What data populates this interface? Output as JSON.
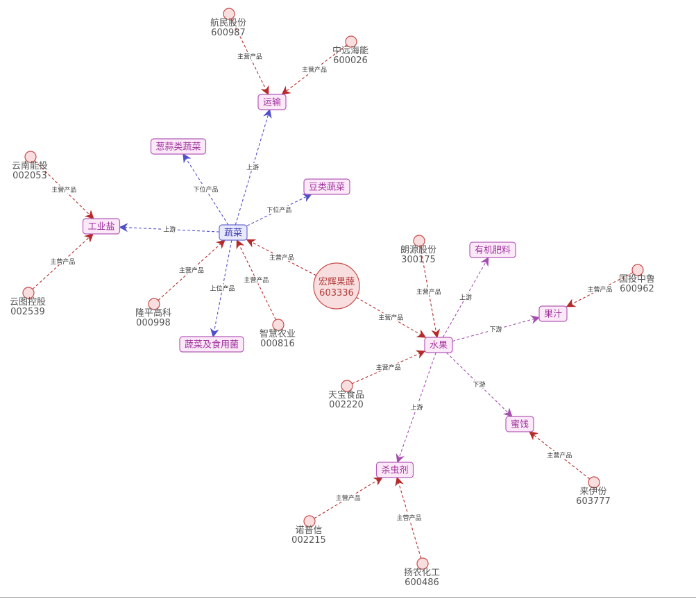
{
  "colors": {
    "red_edge": "#b52a2a",
    "blue_edge": "#4f4fc8",
    "purple_edge": "#a44fb0",
    "box_stroke": "#b55bb8",
    "box_fill": "#fbe9f8",
    "box_text": "#a0329d",
    "veg_stroke": "#6b6bd6",
    "veg_fill": "#e8e9fb",
    "veg_text": "#3b3bb0",
    "company_fill": "#f8dede",
    "company_stroke": "#c84a4a"
  },
  "center": {
    "name": "宏辉果蔬",
    "code": "603336"
  },
  "concepts": [
    {
      "id": "yunshu",
      "label": "运输"
    },
    {
      "id": "congsuan",
      "label": "葱蒜类蔬菜"
    },
    {
      "id": "doulei",
      "label": "豆类蔬菜"
    },
    {
      "id": "gongyeyan",
      "label": "工业盐"
    },
    {
      "id": "shucai",
      "label": "蔬菜"
    },
    {
      "id": "shucaishiyongjun",
      "label": "蔬菜及食用菌"
    },
    {
      "id": "youjifeiliao",
      "label": "有机肥料"
    },
    {
      "id": "guozhi",
      "label": "果汁"
    },
    {
      "id": "shuiguo",
      "label": "水果"
    },
    {
      "id": "mijian",
      "label": "蜜饯"
    },
    {
      "id": "shachongji",
      "label": "杀虫剂"
    }
  ],
  "companies": [
    {
      "id": "hangmin",
      "name": "航民股份",
      "code": "600987"
    },
    {
      "id": "zhongyuan",
      "name": "中远海能",
      "code": "600026"
    },
    {
      "id": "yunnanneng",
      "name": "云南能投",
      "code": "002053"
    },
    {
      "id": "yuntu",
      "name": "云图控股",
      "code": "002539"
    },
    {
      "id": "longping",
      "name": "隆平高科",
      "code": "000998"
    },
    {
      "id": "zhihui",
      "name": "智慧农业",
      "code": "000816"
    },
    {
      "id": "langyuan",
      "name": "朗源股份",
      "code": "300175"
    },
    {
      "id": "guotou",
      "name": "国投中鲁",
      "code": "600962"
    },
    {
      "id": "tianbao",
      "name": "天宝食品",
      "code": "002220"
    },
    {
      "id": "laiyifen",
      "name": "来伊份",
      "code": "603777"
    },
    {
      "id": "nuopuxin",
      "name": "诺普信",
      "code": "002215"
    },
    {
      "id": "yangnong",
      "name": "扬农化工",
      "code": "600486"
    }
  ],
  "edges": [
    {
      "from": "hangmin",
      "to": "yunshu",
      "label": "主营产品",
      "color": "red"
    },
    {
      "from": "zhongyuan",
      "to": "yunshu",
      "label": "主营产品",
      "color": "red"
    },
    {
      "from": "yunnanneng",
      "to": "gongyeyan",
      "label": "主营产品",
      "color": "red"
    },
    {
      "from": "yuntu",
      "to": "gongyeyan",
      "label": "主营产品",
      "color": "red"
    },
    {
      "from": "shucai",
      "to": "yunshu",
      "label": "上游",
      "color": "blue"
    },
    {
      "from": "shucai",
      "to": "congsuan",
      "label": "下位产品",
      "color": "blue"
    },
    {
      "from": "shucai",
      "to": "doulei",
      "label": "下位产品",
      "color": "blue"
    },
    {
      "from": "shucai",
      "to": "gongyeyan",
      "label": "上游",
      "color": "blue"
    },
    {
      "from": "shucai",
      "to": "shucaishiyongjun",
      "label": "上位产品",
      "color": "blue"
    },
    {
      "from": "longping",
      "to": "shucai",
      "label": "主营产品",
      "color": "red"
    },
    {
      "from": "zhihui",
      "to": "shucai",
      "label": "主营产品",
      "color": "red"
    },
    {
      "from": "center",
      "to": "shucai",
      "label": "主营产品",
      "color": "red"
    },
    {
      "from": "center",
      "to": "shuiguo",
      "label": "主营产品",
      "color": "red"
    },
    {
      "from": "langyuan",
      "to": "shuiguo",
      "label": "主营产品",
      "color": "red"
    },
    {
      "from": "shuiguo",
      "to": "youjifeiliao",
      "label": "上游",
      "color": "purple"
    },
    {
      "from": "shuiguo",
      "to": "guozhi",
      "label": "下游",
      "color": "purple"
    },
    {
      "from": "guotou",
      "to": "guozhi",
      "label": "主营产品",
      "color": "red"
    },
    {
      "from": "tianbao",
      "to": "shuiguo",
      "label": "主营产品",
      "color": "red"
    },
    {
      "from": "shuiguo",
      "to": "mijian",
      "label": "下游",
      "color": "purple"
    },
    {
      "from": "shuiguo",
      "to": "shachongji",
      "label": "上游",
      "color": "purple"
    },
    {
      "from": "laiyifen",
      "to": "mijian",
      "label": "主营产品",
      "color": "red"
    },
    {
      "from": "nuopuxin",
      "to": "shachongji",
      "label": "主营产品",
      "color": "red"
    },
    {
      "from": "yangnong",
      "to": "shachongji",
      "label": "主营产品",
      "color": "red"
    }
  ]
}
